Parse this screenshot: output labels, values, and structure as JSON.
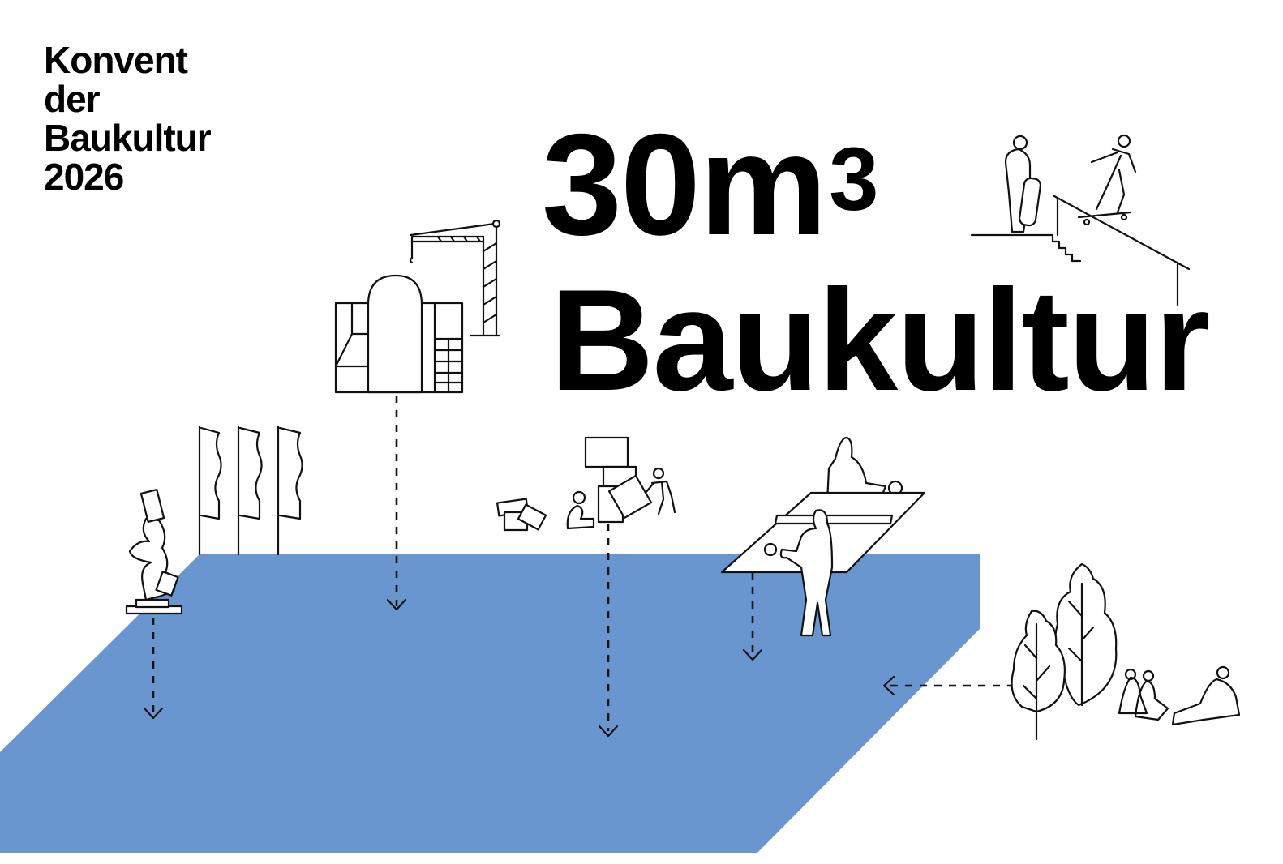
{
  "logo": {
    "line1": "Konvent",
    "line2": "der",
    "line3": "Baukultur",
    "line4": "2026"
  },
  "headline": {
    "line1": "30m",
    "superscript": "3",
    "line2": "Baukultur"
  },
  "colors": {
    "plane": "#6a96d0",
    "ink": "#111111",
    "background": "#ffffff"
  },
  "illustrations": [
    "sculpture-icon",
    "banners-icon",
    "building-with-crane-icon",
    "people-stacking-boxes-icon",
    "table-tennis-players-icon",
    "skateboarders-icon",
    "trees-icon",
    "sitting-people-icon"
  ]
}
